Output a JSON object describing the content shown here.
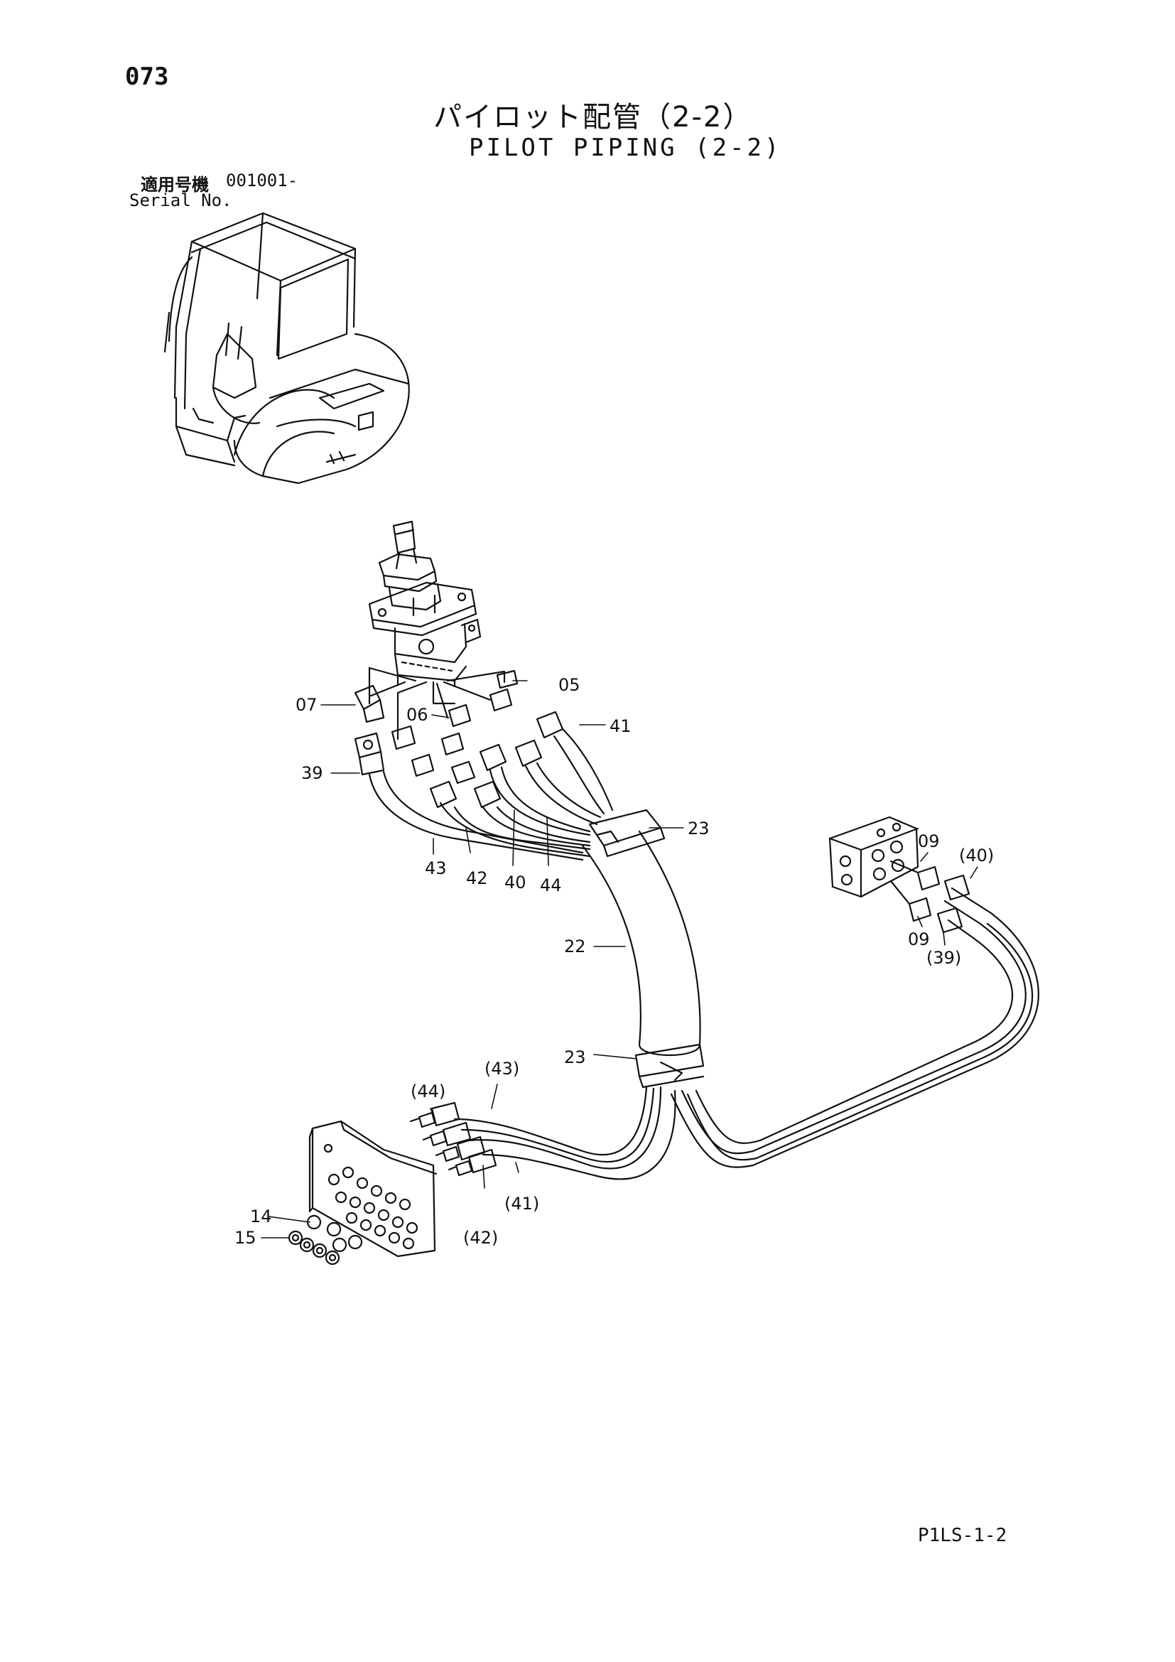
{
  "page_number": "073",
  "title_ja": "パイロット配管（2-2）",
  "title_en": "PILOT PIPING (2-2)",
  "serial": {
    "label_ja": "適用号機",
    "label_en": "Serial No.",
    "value": "001001-"
  },
  "drawing_code": "P1LS-1-2",
  "callouts": {
    "c05": "05",
    "c06": "06",
    "c07": "07",
    "c39": "39",
    "c41": "41",
    "c43": "43",
    "c42": "42",
    "c40": "40",
    "c44": "44",
    "c23a": "23",
    "c22": "22",
    "c23b": "23",
    "c09a": "09",
    "c40p": "(40)",
    "c09b": "09",
    "c39p": "(39)",
    "c43p": "(43)",
    "c44p": "(44)",
    "c41p": "(41)",
    "c42p": "(42)",
    "c14": "14",
    "c15": "15"
  }
}
